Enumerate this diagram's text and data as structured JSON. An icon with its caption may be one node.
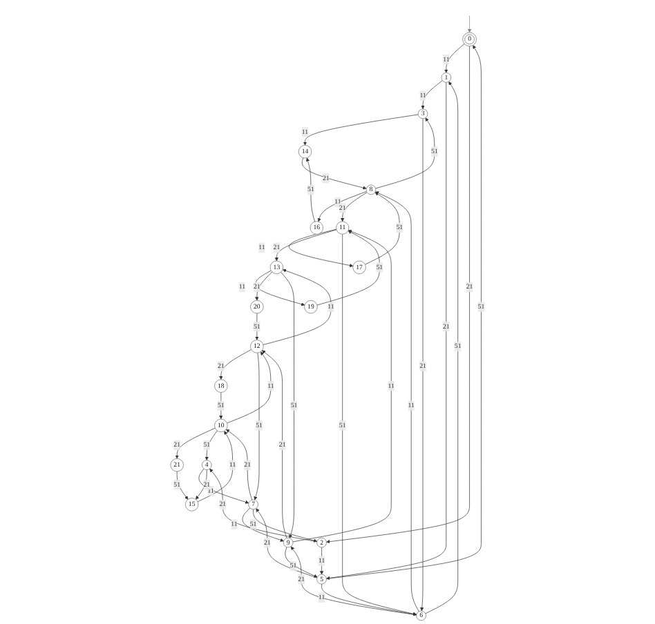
{
  "diagram": {
    "nodes": [
      {
        "text": [
          "0"
        ]
      },
      {
        "text": [
          "1"
        ]
      },
      {
        "text": [
          "3"
        ]
      },
      {
        "text": [
          "14"
        ]
      },
      {
        "text": [
          "2"
        ]
      },
      {
        "text": [
          "5"
        ]
      },
      {
        "text": [
          "6"
        ]
      },
      {
        "text": [
          "8"
        ]
      },
      {
        "text": [
          "16"
        ]
      },
      {
        "text": [
          "4"
        ]
      },
      {
        "text": [
          "7"
        ]
      },
      {
        "text": [
          "9"
        ]
      },
      {
        "text": [
          "11"
        ]
      },
      {
        "text": [
          "17"
        ]
      },
      {
        "text": [
          "15"
        ]
      },
      {
        "text": [
          "10"
        ]
      },
      {
        "text": [
          "12"
        ]
      },
      {
        "text": [
          "13"
        ]
      },
      {
        "text": [
          "19"
        ]
      },
      {
        "text": [
          "21"
        ]
      },
      {
        "text": [
          "18"
        ]
      },
      {
        "text": [
          "20"
        ]
      }
    ],
    "edges": [
      {
        "from": null,
        "to": 0,
        "arrow": "to",
        "color": "#808080"
      },
      {
        "from": 0,
        "to": 1,
        "arrow": "to",
        "label": "11"
      },
      {
        "from": 1,
        "to": 2,
        "arrow": "to",
        "label": "11"
      },
      {
        "from": 2,
        "to": 3,
        "arrow": "to",
        "label": "11"
      },
      {
        "from": 4,
        "to": 5,
        "arrow": "to",
        "label": "11"
      },
      {
        "from": 5,
        "to": 6,
        "arrow": "to",
        "label": "11"
      },
      {
        "from": 6,
        "to": 7,
        "arrow": "to",
        "label": "11"
      },
      {
        "from": 7,
        "to": 8,
        "arrow": "to",
        "label": "11"
      },
      {
        "from": 9,
        "to": 10,
        "arrow": "to",
        "label": "11"
      },
      {
        "from": 10,
        "to": 11,
        "arrow": "to",
        "label": "11"
      },
      {
        "from": 11,
        "to": 12,
        "arrow": "to",
        "label": "11"
      },
      {
        "from": 12,
        "to": 13,
        "arrow": "to",
        "label": "11"
      },
      {
        "from": 14,
        "to": 15,
        "arrow": "to",
        "label": "11"
      },
      {
        "from": 15,
        "to": 16,
        "arrow": "to",
        "label": "11"
      },
      {
        "from": 16,
        "to": 17,
        "arrow": "to",
        "label": "11"
      },
      {
        "from": 17,
        "to": 18,
        "arrow": "to",
        "label": "11"
      },
      {
        "from": 0,
        "to": 4,
        "arrow": "to",
        "label": "21"
      },
      {
        "from": 1,
        "to": 5,
        "arrow": "to",
        "label": "21"
      },
      {
        "from": 2,
        "to": 6,
        "arrow": "to",
        "label": "21"
      },
      {
        "from": 3,
        "to": 7,
        "arrow": "to",
        "label": "21"
      },
      {
        "from": 4,
        "to": 9,
        "arrow": "to",
        "label": "21"
      },
      {
        "from": 5,
        "to": 10,
        "arrow": "to",
        "label": "21"
      },
      {
        "from": 6,
        "to": 11,
        "arrow": "to",
        "label": "21"
      },
      {
        "from": 7,
        "to": 12,
        "arrow": "to",
        "label": "21"
      },
      {
        "from": 9,
        "to": 14,
        "arrow": "to",
        "label": "21"
      },
      {
        "from": 10,
        "to": 15,
        "arrow": "to",
        "label": "21"
      },
      {
        "from": 11,
        "to": 16,
        "arrow": "to",
        "label": "21"
      },
      {
        "from": 12,
        "to": 17,
        "arrow": "to",
        "label": "21"
      },
      {
        "from": 15,
        "to": 19,
        "arrow": "to",
        "label": "21"
      },
      {
        "from": 16,
        "to": 20,
        "arrow": "to",
        "label": "21"
      },
      {
        "from": 17,
        "to": 21,
        "arrow": "to",
        "label": "21"
      },
      {
        "from": 5,
        "to": 0,
        "arrow": "to",
        "label": "51"
      },
      {
        "from": 6,
        "to": 1,
        "arrow": "to",
        "label": "51"
      },
      {
        "from": 7,
        "to": 2,
        "arrow": "to",
        "label": "51"
      },
      {
        "from": 8,
        "to": 3,
        "arrow": "to",
        "label": "51"
      },
      {
        "from": 10,
        "to": 4,
        "arrow": "to",
        "label": "51"
      },
      {
        "from": 11,
        "to": 5,
        "arrow": "to",
        "label": "51"
      },
      {
        "from": 12,
        "to": 6,
        "arrow": "to",
        "label": "51"
      },
      {
        "from": 13,
        "to": 7,
        "arrow": "to",
        "label": "51"
      },
      {
        "from": 15,
        "to": 9,
        "arrow": "to",
        "label": "51"
      },
      {
        "from": 16,
        "to": 10,
        "arrow": "to",
        "label": "51"
      },
      {
        "from": 17,
        "to": 11,
        "arrow": "to",
        "label": "51"
      },
      {
        "from": 18,
        "to": 12,
        "arrow": "to",
        "label": "51"
      },
      {
        "from": 19,
        "to": 14,
        "arrow": "to",
        "label": "51"
      },
      {
        "from": 20,
        "to": 15,
        "arrow": "to",
        "label": "51"
      },
      {
        "from": 21,
        "to": 16,
        "arrow": "to",
        "label": "51"
      }
    ]
  }
}
